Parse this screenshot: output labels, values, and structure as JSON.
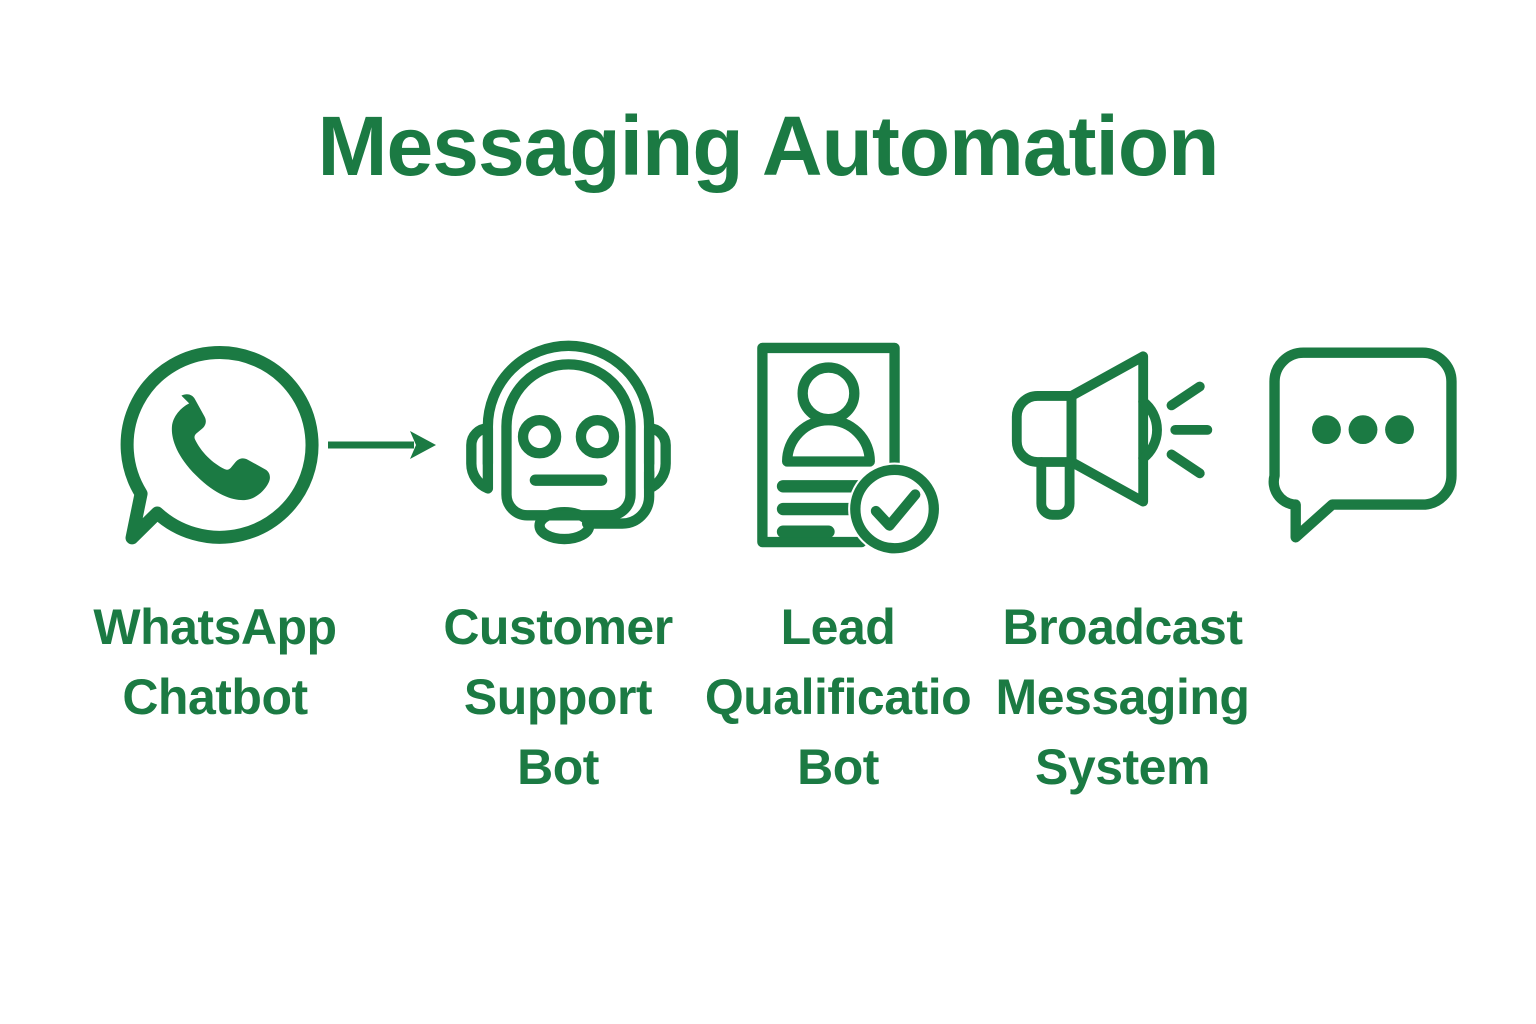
{
  "page": {
    "title": "Messaging Automation",
    "background_color": "#ffffff",
    "accent_color": "#1b7a43"
  },
  "diagram": {
    "type": "icon-flow",
    "flow_arrow": {
      "name": "arrow-right",
      "from": "WhatsApp Chatbot",
      "to": "Customer Support Bot"
    },
    "icons": [
      {
        "name": "whatsapp-logo-icon",
        "label_for": "WhatsApp Chatbot"
      },
      {
        "name": "robot-headset-icon",
        "label_for": "Customer Support Bot"
      },
      {
        "name": "document-person-check-icon",
        "label_for": "Lead Qualificatio Bot"
      },
      {
        "name": "megaphone-icon",
        "label_for": "Broadcast Messaging System"
      },
      {
        "name": "chat-bubble-dots-icon",
        "label_for": ""
      }
    ],
    "items": [
      {
        "label": "WhatsApp\nChatbot",
        "line1": "WhatsApp",
        "line2": "Chatbot",
        "line3": ""
      },
      {
        "label": "Customer\nSupport\nBot",
        "line1": "Customer",
        "line2": "Support",
        "line3": "Bot"
      },
      {
        "label": "Lead\nQualificatio\nBot",
        "line1": "Lead",
        "line2": "Qualificatio",
        "line3": "Bot"
      },
      {
        "label": "Broadcast\nMessaging\nSystem",
        "line1": "Broadcast",
        "line2": "Messaging",
        "line3": "System"
      }
    ]
  }
}
